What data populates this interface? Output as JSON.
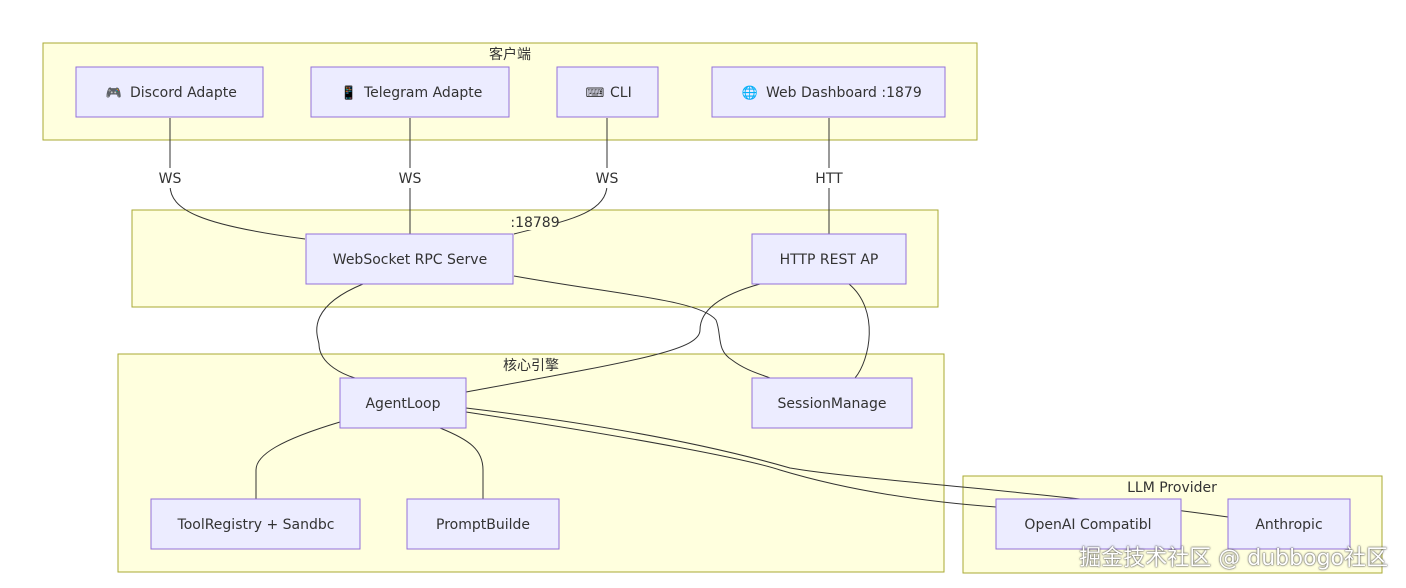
{
  "clusters": {
    "clients": {
      "title": "客户端"
    },
    "gateway": {
      "title": ":18789"
    },
    "core": {
      "title": "核心引擎"
    },
    "llm": {
      "title": "LLM Provider"
    }
  },
  "nodes": {
    "discord": {
      "icon": "🎮",
      "icon_name": "game-controller-icon",
      "label": "Discord Adapte"
    },
    "telegram": {
      "icon": "📱",
      "icon_name": "mobile-phone-icon",
      "label": "Telegram Adapte"
    },
    "cli": {
      "icon": "⌨",
      "icon_name": "keyboard-icon",
      "label": "CLI"
    },
    "web": {
      "icon": "🌐",
      "icon_name": "globe-icon",
      "label": "Web Dashboard :1879"
    },
    "ws_server": {
      "label": "WebSocket RPC Serve"
    },
    "http_api": {
      "label": "HTTP REST AP"
    },
    "agent_loop": {
      "label": "AgentLoop"
    },
    "session_manager": {
      "label": "SessionManage"
    },
    "tool_registry": {
      "label": "ToolRegistry + Sandbc"
    },
    "prompt_builder": {
      "label": "PromptBuilde"
    },
    "openai": {
      "label": "OpenAI Compatibl"
    },
    "anthropic": {
      "label": "Anthropic"
    }
  },
  "edges": {
    "discord_ws": {
      "label": "WS"
    },
    "telegram_ws": {
      "label": "WS"
    },
    "cli_ws": {
      "label": "WS"
    },
    "web_http": {
      "label": "HTT"
    }
  },
  "watermark": {
    "text": "掘金技术社区 @ dubbogo社区"
  },
  "colors": {
    "cluster_fill": "#ffffde",
    "cluster_stroke": "#aaaa33",
    "node_fill": "#ececff",
    "node_stroke": "#9370db",
    "edge": "#333333"
  }
}
